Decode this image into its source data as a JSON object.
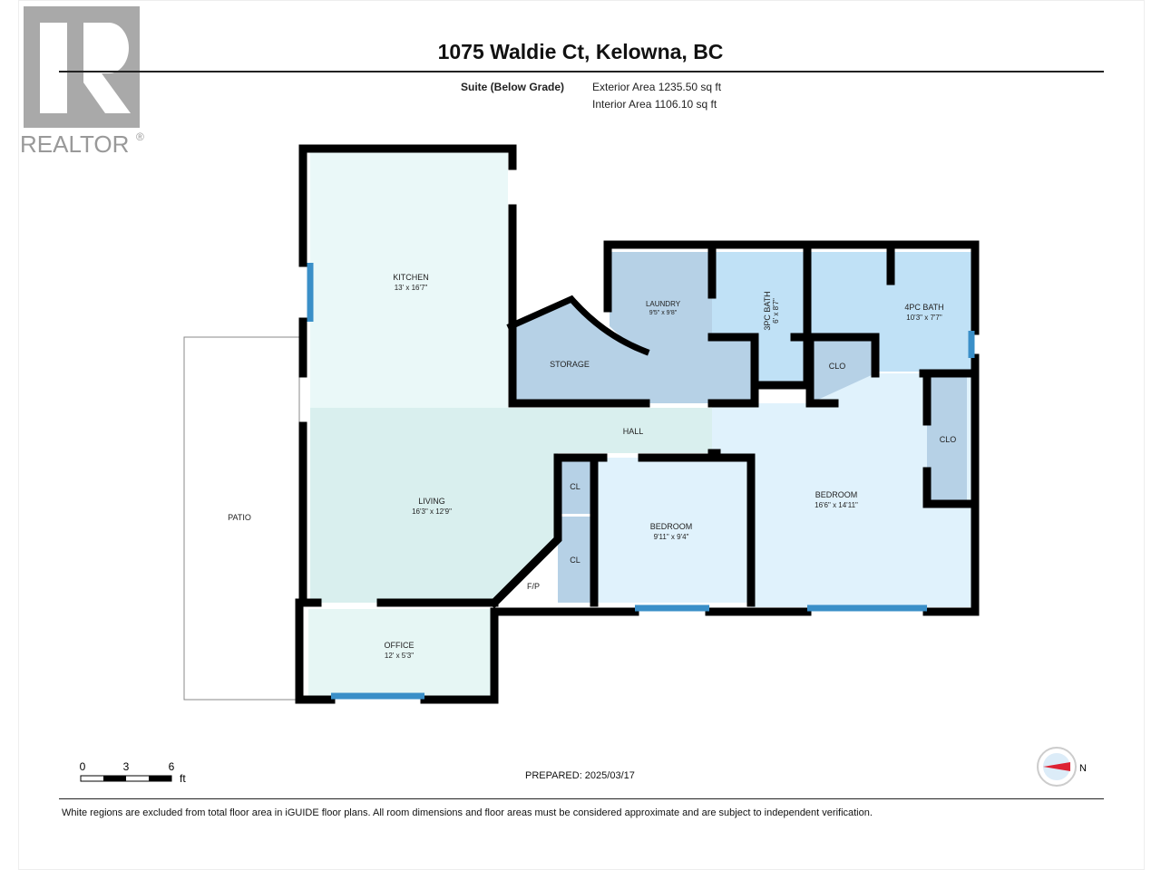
{
  "logo": {
    "text": "REALTOR",
    "mark": "®"
  },
  "header": {
    "title": "1075 Waldie Ct, Kelowna, BC",
    "level": "Suite (Below Grade)",
    "exterior": "Exterior Area 1235.50 sq ft",
    "interior": "Interior Area 1106.10 sq ft"
  },
  "rooms": {
    "kitchen": {
      "name": "KITCHEN",
      "dim": "13' x 16'7\""
    },
    "storage": {
      "name": "STORAGE"
    },
    "laundry": {
      "name": "LAUNDRY",
      "dim": "9'5\" x 9'8\""
    },
    "bath3": {
      "name": "3PC BATH",
      "dim": "6' x 8'7\""
    },
    "bath4": {
      "name": "4PC BATH",
      "dim": "10'3\" x 7'7\""
    },
    "clo1": {
      "name": "CLO"
    },
    "clo2": {
      "name": "CLO"
    },
    "hall": {
      "name": "HALL"
    },
    "living": {
      "name": "LIVING",
      "dim": "16'3\" x 12'9\""
    },
    "bedroom1": {
      "name": "BEDROOM",
      "dim": "16'6\" x 14'11\""
    },
    "bedroom2": {
      "name": "BEDROOM",
      "dim": "9'11\" x 9'4\""
    },
    "cl1": {
      "name": "CL"
    },
    "cl2": {
      "name": "CL"
    },
    "fp": {
      "name": "F/P"
    },
    "office": {
      "name": "OFFICE",
      "dim": "12' x 5'3\""
    },
    "patio": {
      "name": "PATIO"
    }
  },
  "scale": {
    "ticks": [
      "0",
      "3",
      "6"
    ],
    "unit": "ft"
  },
  "compass": {
    "label": "N"
  },
  "prepared": "PREPARED: 2025/03/17",
  "footer": "White regions are excluded from total floor area in iGUIDE floor plans. All room dimensions and floor areas must be considered approximate and are subject to independent verification."
}
